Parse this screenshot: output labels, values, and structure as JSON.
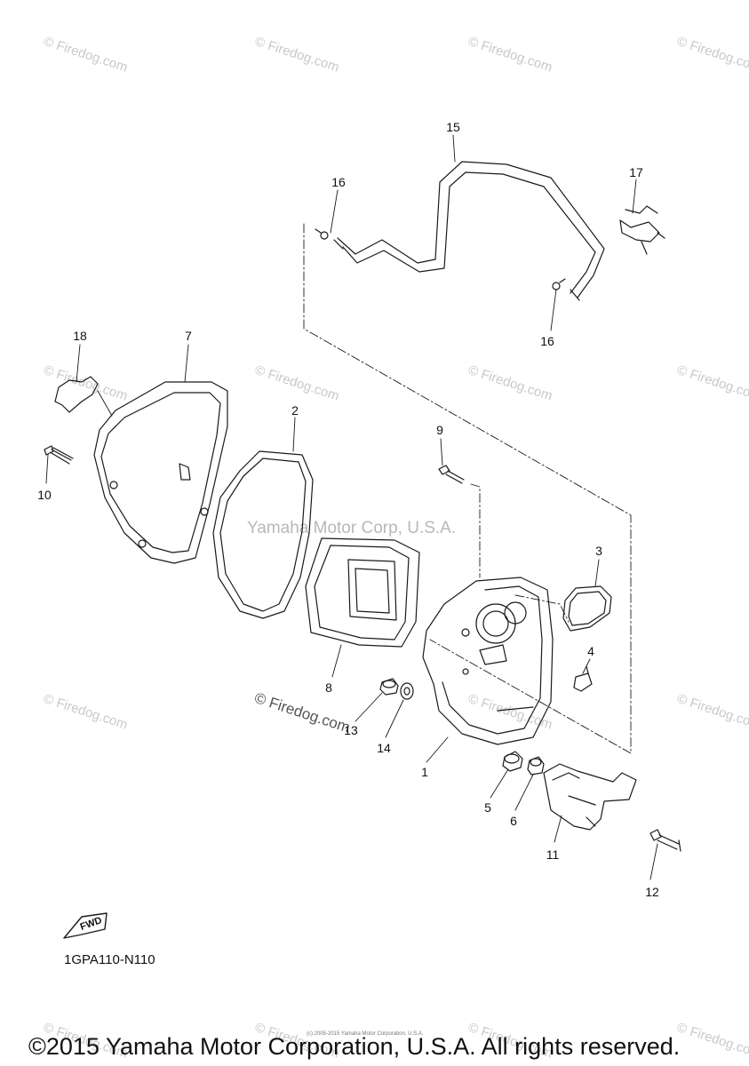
{
  "watermark": "© Firedog.com",
  "watermark_dark": "© Firedog.com",
  "center_watermark": "Yamaha Motor Corp, U.S.A.",
  "diagram_code": "1GPA110-N110",
  "fwd_label": "FWD",
  "small_copyright": "(c) 2005-2015 Yamaha Motor Corporation, U.S.A.",
  "footer": "©2015 Yamaha Motor Corporation, U.S.A. All rights reserved.",
  "callouts": [
    "15",
    "16",
    "17",
    "16",
    "18",
    "7",
    "2",
    "9",
    "10",
    "3",
    "4",
    "8",
    "13",
    "14",
    "1",
    "5",
    "6",
    "11",
    "12"
  ]
}
